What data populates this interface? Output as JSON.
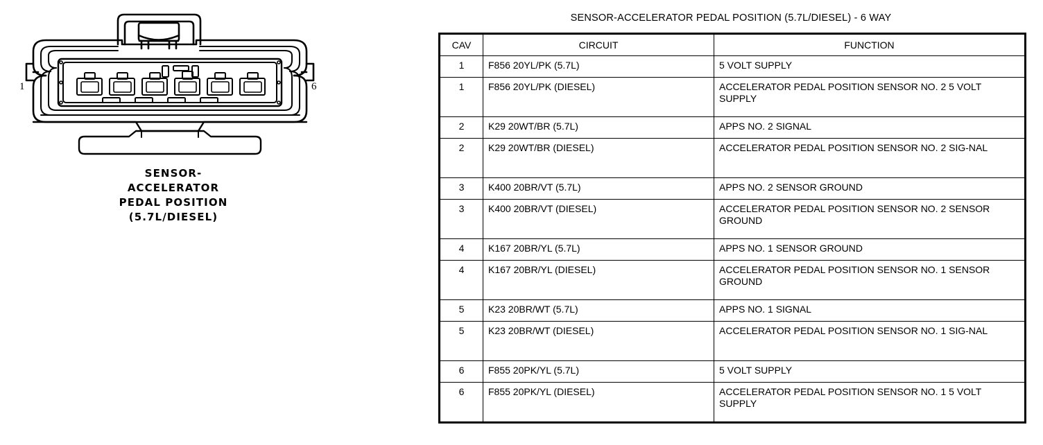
{
  "connector": {
    "caption_lines": [
      "SENSOR-",
      "ACCELERATOR",
      "PEDAL POSITION",
      "(5.7L/DIESEL)"
    ],
    "pin_left_label": "1",
    "pin_right_label": "6",
    "cavity_count": 6
  },
  "table": {
    "title": "SENSOR-ACCELERATOR PEDAL POSITION (5.7L/DIESEL) - 6 WAY",
    "columns": [
      "CAV",
      "CIRCUIT",
      "FUNCTION"
    ],
    "rows": [
      {
        "cav": "1",
        "circuit": "F856 20YL/PK (5.7L)",
        "function": "5 VOLT SUPPLY",
        "lines": 1
      },
      {
        "cav": "1",
        "circuit": "F856 20YL/PK (DIESEL)",
        "function": "ACCELERATOR PEDAL POSITION SENSOR NO. 2 5 VOLT SUPPLY",
        "lines": 2
      },
      {
        "cav": "2",
        "circuit": "K29 20WT/BR (5.7L)",
        "function": "APPS NO. 2 SIGNAL",
        "lines": 1
      },
      {
        "cav": "2",
        "circuit": "K29 20WT/BR (DIESEL)",
        "function": "ACCELERATOR PEDAL POSITION SENSOR NO. 2 SIG-NAL",
        "lines": 2
      },
      {
        "cav": "3",
        "circuit": "K400 20BR/VT (5.7L)",
        "function": "APPS NO. 2 SENSOR GROUND",
        "lines": 1
      },
      {
        "cav": "3",
        "circuit": "K400 20BR/VT (DIESEL)",
        "function": "ACCELERATOR PEDAL POSITION SENSOR NO. 2 SENSOR GROUND",
        "lines": 2
      },
      {
        "cav": "4",
        "circuit": "K167 20BR/YL (5.7L)",
        "function": "APPS NO. 1 SENSOR GROUND",
        "lines": 1
      },
      {
        "cav": "4",
        "circuit": "K167 20BR/YL (DIESEL)",
        "function": "ACCELERATOR PEDAL POSITION SENSOR NO. 1 SENSOR GROUND",
        "lines": 2
      },
      {
        "cav": "5",
        "circuit": "K23 20BR/WT (5.7L)",
        "function": "APPS NO. 1 SIGNAL",
        "lines": 1
      },
      {
        "cav": "5",
        "circuit": "K23 20BR/WT (DIESEL)",
        "function": "ACCELERATOR PEDAL POSITION SENSOR NO. 1 SIG-NAL",
        "lines": 2
      },
      {
        "cav": "6",
        "circuit": "F855 20PK/YL (5.7L)",
        "function": "5 VOLT SUPPLY",
        "lines": 1
      },
      {
        "cav": "6",
        "circuit": "F855 20PK/YL (DIESEL)",
        "function": "ACCELERATOR PEDAL POSITION SENSOR NO. 1 5 VOLT SUPPLY",
        "lines": 2
      }
    ]
  },
  "colors": {
    "ink": "#000000",
    "page": "#ffffff"
  }
}
